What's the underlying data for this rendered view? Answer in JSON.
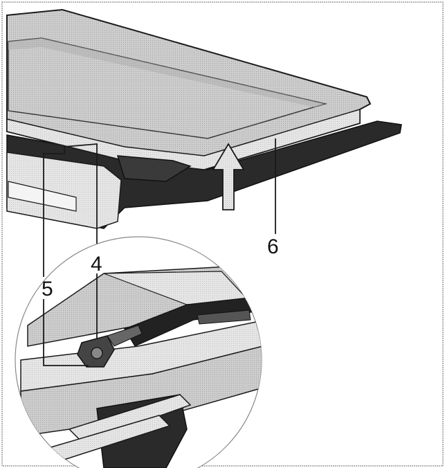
{
  "figure": {
    "callouts": [
      {
        "id": "4",
        "text": "4",
        "part": "hinge-latch"
      },
      {
        "id": "5",
        "text": "5",
        "part": "latch-release"
      },
      {
        "id": "6",
        "text": "6",
        "part": "lid-panel"
      }
    ],
    "arrow_direction": "up",
    "colors": {
      "line": "#1a1a1a",
      "glass": "#c8c8c8",
      "glass_dark": "#9a9a9a",
      "frame_light": "#e2e2e2",
      "frame_mid": "#b8b8b8",
      "frame_dark": "#3a3a3a",
      "base": "#2a2a2a",
      "background": "#ffffff"
    }
  }
}
